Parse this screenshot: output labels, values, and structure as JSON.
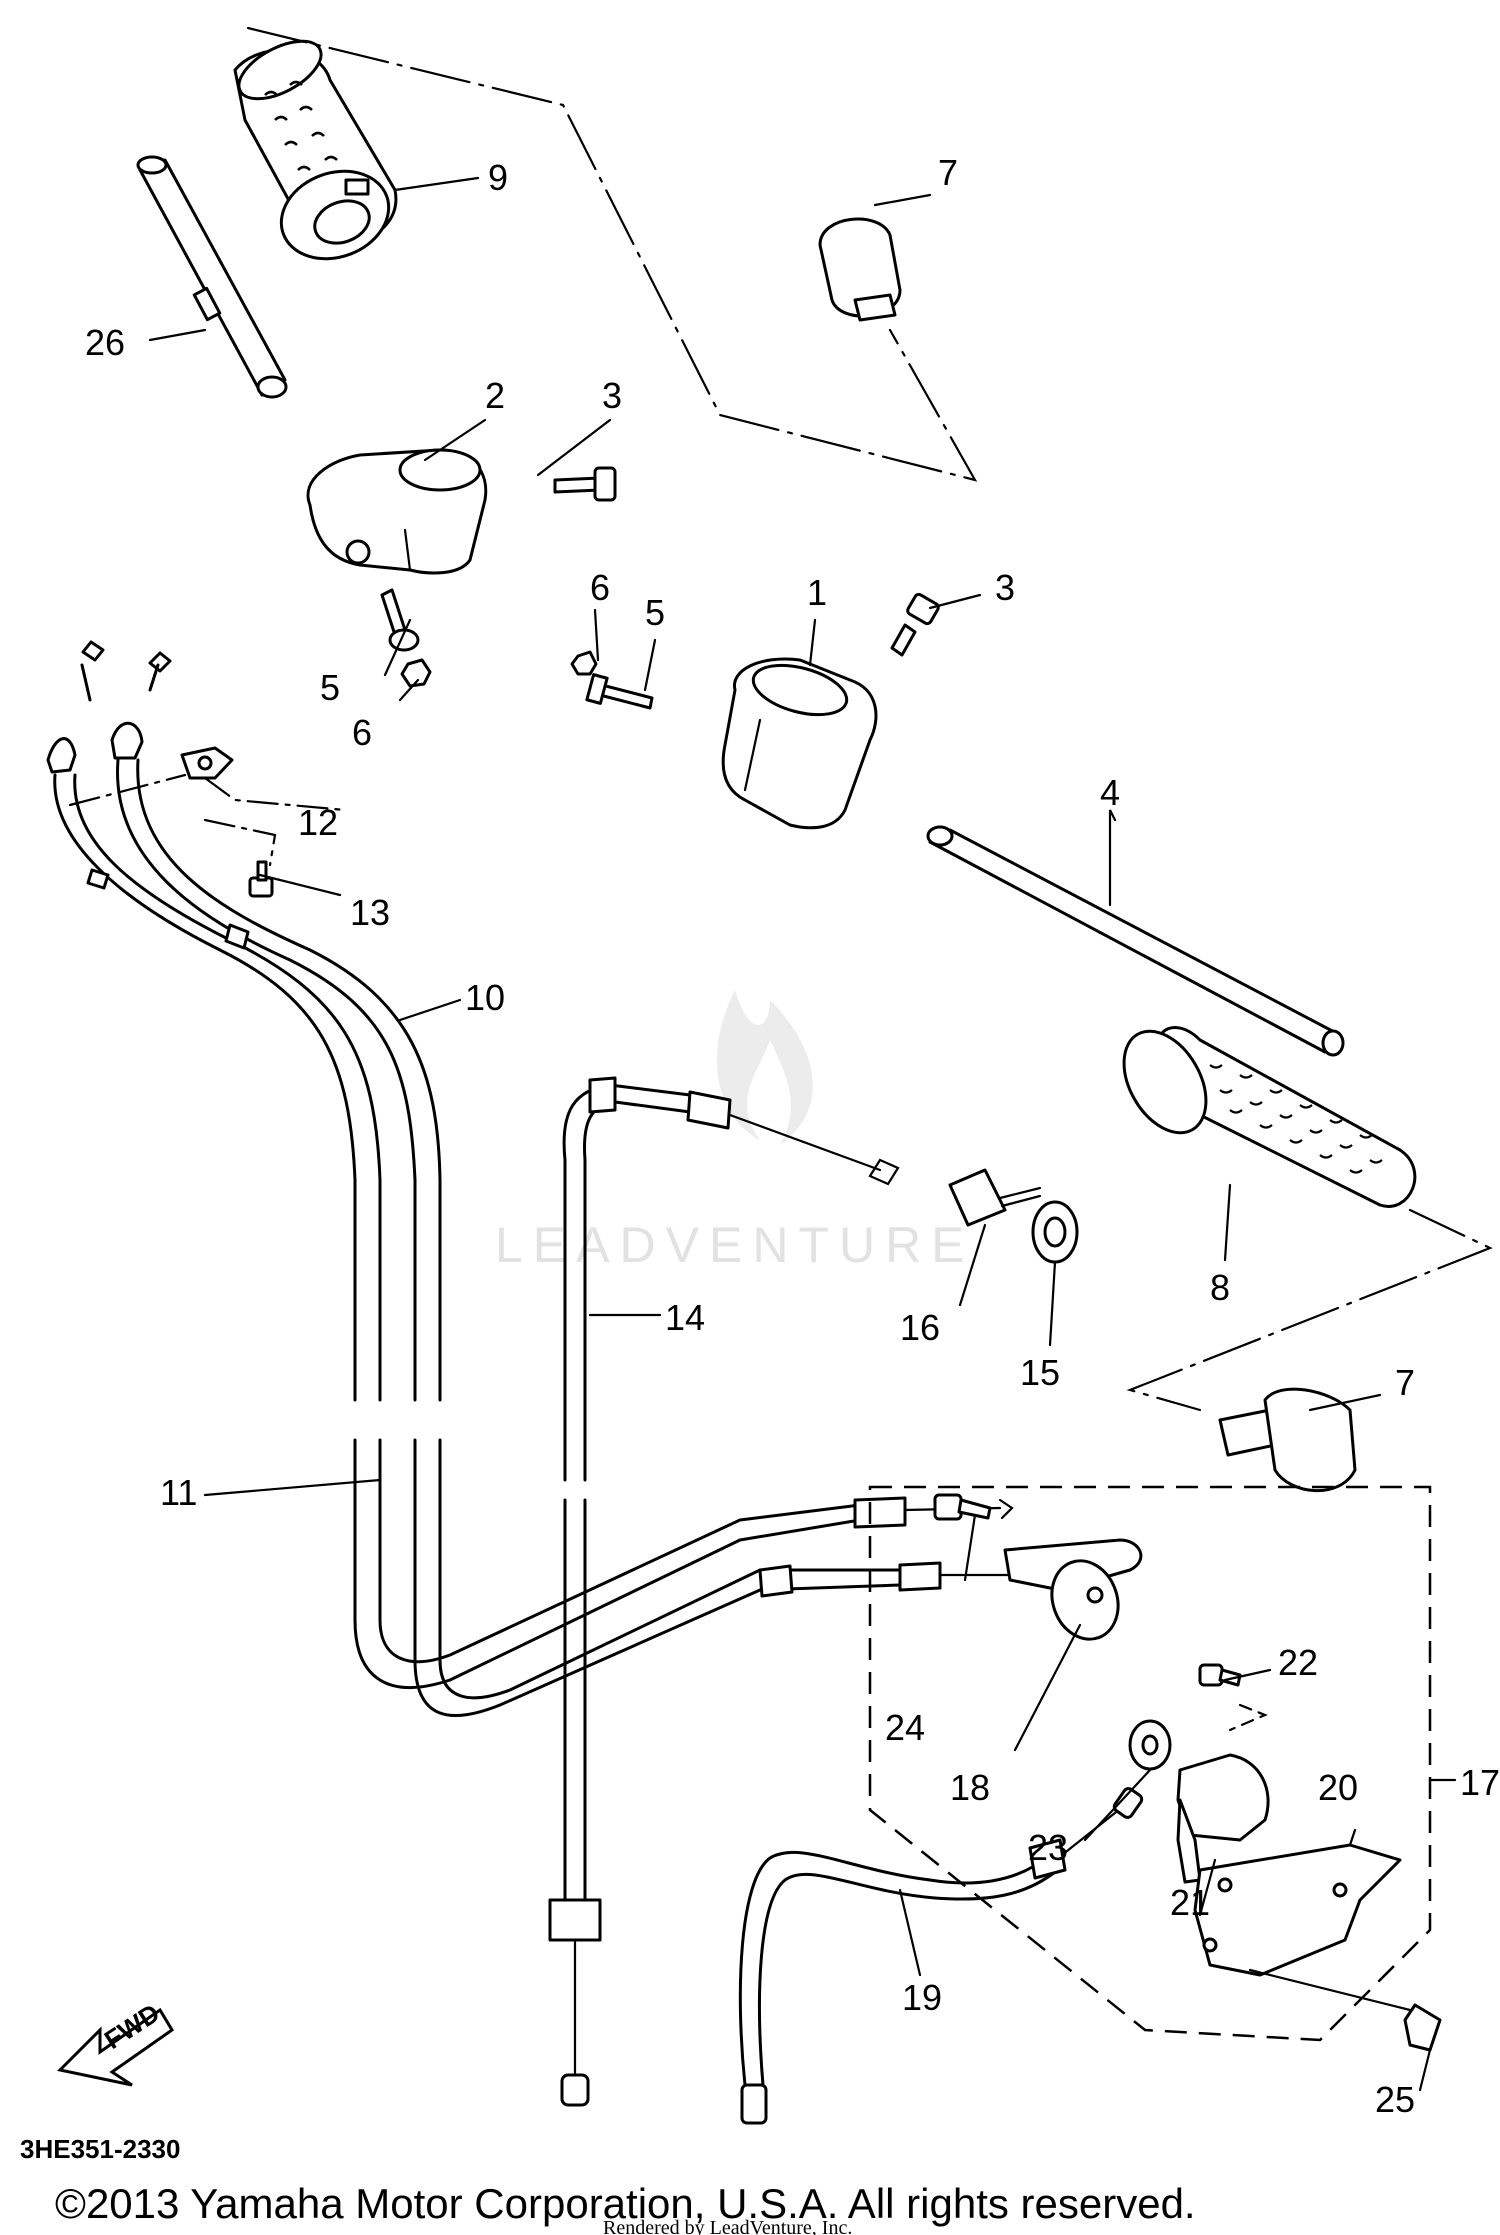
{
  "callouts": [
    {
      "id": "1",
      "text": "1"
    },
    {
      "id": "2",
      "text": "2"
    },
    {
      "id": "3a",
      "text": "3"
    },
    {
      "id": "3b",
      "text": "3"
    },
    {
      "id": "4",
      "text": "4"
    },
    {
      "id": "5a",
      "text": "5"
    },
    {
      "id": "5b",
      "text": "5"
    },
    {
      "id": "6a",
      "text": "6"
    },
    {
      "id": "6b",
      "text": "6"
    },
    {
      "id": "7a",
      "text": "7"
    },
    {
      "id": "7b",
      "text": "7"
    },
    {
      "id": "8",
      "text": "8"
    },
    {
      "id": "9",
      "text": "9"
    },
    {
      "id": "10",
      "text": "10"
    },
    {
      "id": "11",
      "text": "11"
    },
    {
      "id": "12",
      "text": "12"
    },
    {
      "id": "13",
      "text": "13"
    },
    {
      "id": "14",
      "text": "14"
    },
    {
      "id": "15",
      "text": "15"
    },
    {
      "id": "16",
      "text": "16"
    },
    {
      "id": "17",
      "text": "17"
    },
    {
      "id": "18",
      "text": "18"
    },
    {
      "id": "19",
      "text": "19"
    },
    {
      "id": "20",
      "text": "20"
    },
    {
      "id": "21",
      "text": "21"
    },
    {
      "id": "22",
      "text": "22"
    },
    {
      "id": "23",
      "text": "23"
    },
    {
      "id": "24",
      "text": "24"
    },
    {
      "id": "25",
      "text": "25"
    },
    {
      "id": "26",
      "text": "26"
    }
  ],
  "fwd_label": "FWD",
  "diagram_code": "3HE351-2330",
  "copyright": "©2013 Yamaha Motor Corporation, U.S.A. All rights reserved.",
  "rendered_by": "Rendered by LeadVenture, Inc.",
  "watermark": "LEADVENTURE"
}
